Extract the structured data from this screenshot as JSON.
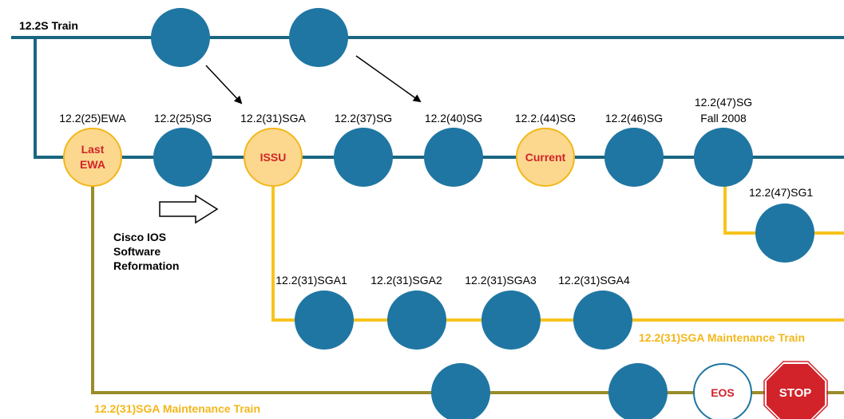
{
  "colors": {
    "main_line": "#196680",
    "maint_line": "#F7C41E",
    "olive_line": "#9A8C2A",
    "node_blue": "#1F76A2",
    "node_highlight": "#FBD88E",
    "highlight_text": "#D2232A",
    "stop_red": "#D2232A",
    "maint_label": "#F3B71A"
  },
  "trains": {
    "top": "12.2S Train",
    "sga_maint": "12.2(31)SGA Maintenance Train",
    "olive_maint": "12.2(31)SGA Maintenance Train"
  },
  "main_labels": {
    "ewa": "12.2(25)EWA",
    "sg25": "12.2(25)SG",
    "sga31": "12.2(31)SGA",
    "sg37": "12.2(37)SG",
    "sg40": "12.2(40)SG",
    "sg44": "12.2.(44)SG",
    "sg46": "12.2(46)SG",
    "sg47_line1": "12.2(47)SG",
    "sg47_line2": "Fall 2008"
  },
  "branch_47": "12.2(47)SG1",
  "sga_labels": [
    "12.2(31)SGA1",
    "12.2(31)SGA2",
    "12.2(31)SGA3",
    "12.2(31)SGA4"
  ],
  "node_text": {
    "last_ewa_1": "Last",
    "last_ewa_2": "EWA",
    "issu": "ISSU",
    "current": "Current",
    "eos": "EOS",
    "stop": "STOP"
  },
  "reformation": [
    "Cisco IOS",
    "Software",
    "Reformation"
  ]
}
